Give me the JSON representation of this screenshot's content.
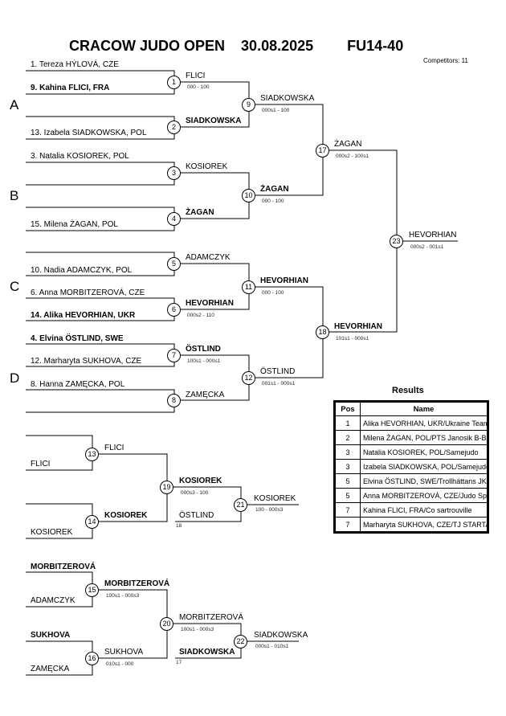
{
  "header": {
    "event": "CRACOW JUDO OPEN",
    "date": "30.08.2025",
    "category": "FU14-40",
    "competitors": "Competitors: 11"
  },
  "pools": [
    "A",
    "B",
    "C",
    "D"
  ],
  "entries": [
    "1. Tereza HÝLOVÁ, CZE",
    "9. Kahina FLICI, FRA",
    "13. Izabela SIADKOWSKA, POL",
    "3. Natalia KOSIOREK, POL",
    "15. Milena ŻAGAN, POL",
    "10. Nadia ADAMCZYK, POL",
    "6. Anna MORBITZEROVÁ, CZE",
    "14. Alika HEVORHIAN, UKR",
    "4. Elvina ÖSTLIND, SWE",
    "12. Marharyta SUKHOVA, CZE",
    "8. Hanna ZAMĘCKA, POL"
  ],
  "matches": [
    {
      "n": "1",
      "top": "FLICI",
      "bottom": "",
      "winner": "FLICI",
      "score": "000 - 100"
    },
    {
      "n": "2",
      "winner": "SIADKOWSKA",
      "score": ""
    },
    {
      "n": "3",
      "winner": "KOSIOREK",
      "score": ""
    },
    {
      "n": "4",
      "winner": "ŻAGAN",
      "score": ""
    },
    {
      "n": "5",
      "winner": "ADAMCZYK",
      "score": ""
    },
    {
      "n": "6",
      "winner": "HEVORHIAN",
      "score": "000s2 - 110"
    },
    {
      "n": "7",
      "winner": "ÖSTLIND",
      "score": "100s1 - 000s1"
    },
    {
      "n": "8",
      "winner": "ZAMĘCKA",
      "score": ""
    },
    {
      "n": "9",
      "winner": "SIADKOWSKA",
      "score": "000s1 - 100"
    },
    {
      "n": "10",
      "winner": "ŻAGAN",
      "score": "000 - 100"
    },
    {
      "n": "11",
      "winner": "HEVORHIAN",
      "score": "000 - 100"
    },
    {
      "n": "12",
      "winner": "ÖSTLIND",
      "score": "001s1 - 000s1"
    },
    {
      "n": "17",
      "winner": "ŻAGAN",
      "score": "000s2 - 100s1"
    },
    {
      "n": "18",
      "winner": "HEVORHIAN",
      "score": "101s1 - 000s1"
    },
    {
      "n": "23",
      "winner": "HEVORHIAN",
      "score": "000s2 - 001s1"
    },
    {
      "n": "13",
      "winner": "FLICI",
      "score": ""
    },
    {
      "n": "14",
      "winner": "KOSIOREK",
      "score": ""
    },
    {
      "n": "19",
      "winner": "KOSIOREK",
      "score": "000s3 - 100"
    },
    {
      "n": "21",
      "winner": "KOSIOREK",
      "score": "100 - 000s3"
    },
    {
      "n": "15",
      "winner": "MORBITZEROVÁ",
      "score": "100s1 - 000s3"
    },
    {
      "n": "16",
      "winner": "SUKHOVA",
      "score": "010s1 - 000"
    },
    {
      "n": "20",
      "winner": "MORBITZEROVÁ",
      "score": "100s1 - 000s3"
    },
    {
      "n": "22",
      "winner": "SIADKOWSKA",
      "score": "000s1 - 010s1"
    }
  ],
  "repechage": {
    "r1": [
      "FLICI",
      "KOSIOREK",
      "MORBITZEROVÁ",
      "ADAMCZYK",
      "SUKHOVA",
      "ZAMĘCKA"
    ],
    "r2": [
      "ÖSTLIND",
      "SIADKOWSKA"
    ],
    "tiny": [
      "18",
      "17"
    ]
  },
  "results": {
    "title": "Results",
    "headers": [
      "Pos",
      "Name"
    ],
    "rows": [
      {
        "pos": "1",
        "name": "Alika HEVORHIAN, UKR/Ukraine Team"
      },
      {
        "pos": "2",
        "name": "Milena ŻAGAN, POL/PTS Janosik B-B"
      },
      {
        "pos": "3",
        "name": "Natalia KOSIOREK, POL/Samejudo"
      },
      {
        "pos": "3",
        "name": "Izabela SIADKOWSKA, POL/Samejudo"
      },
      {
        "pos": "5",
        "name": "Elvina ÖSTLIND, SWE/Trollhättans JK"
      },
      {
        "pos": "5",
        "name": "Anna MORBITZEROVÁ, CZE/Judo Sport"
      },
      {
        "pos": "7",
        "name": "Kahina FLICI, FRA/Co sartrouville"
      },
      {
        "pos": "7",
        "name": "Marharyta SUKHOVA, CZE/TJ STARTA"
      }
    ]
  }
}
